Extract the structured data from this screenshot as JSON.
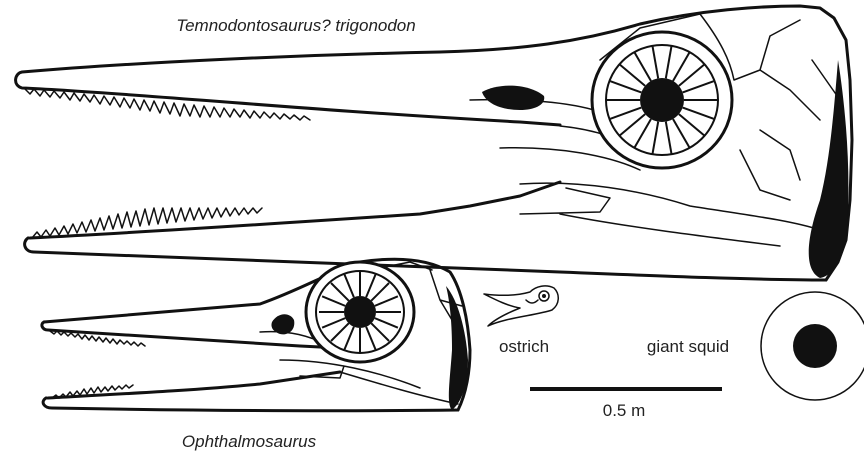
{
  "labels": {
    "temnodontosaurus": "Temnodontosaurus? trigonodon",
    "ophthalmosaurus": "Ophthalmosaurus",
    "ostrich": "ostrich",
    "giant_squid": "giant squid",
    "scale": "0.5 m"
  },
  "colors": {
    "ink": "#111111",
    "text": "#222222",
    "background": "#ffffff"
  }
}
